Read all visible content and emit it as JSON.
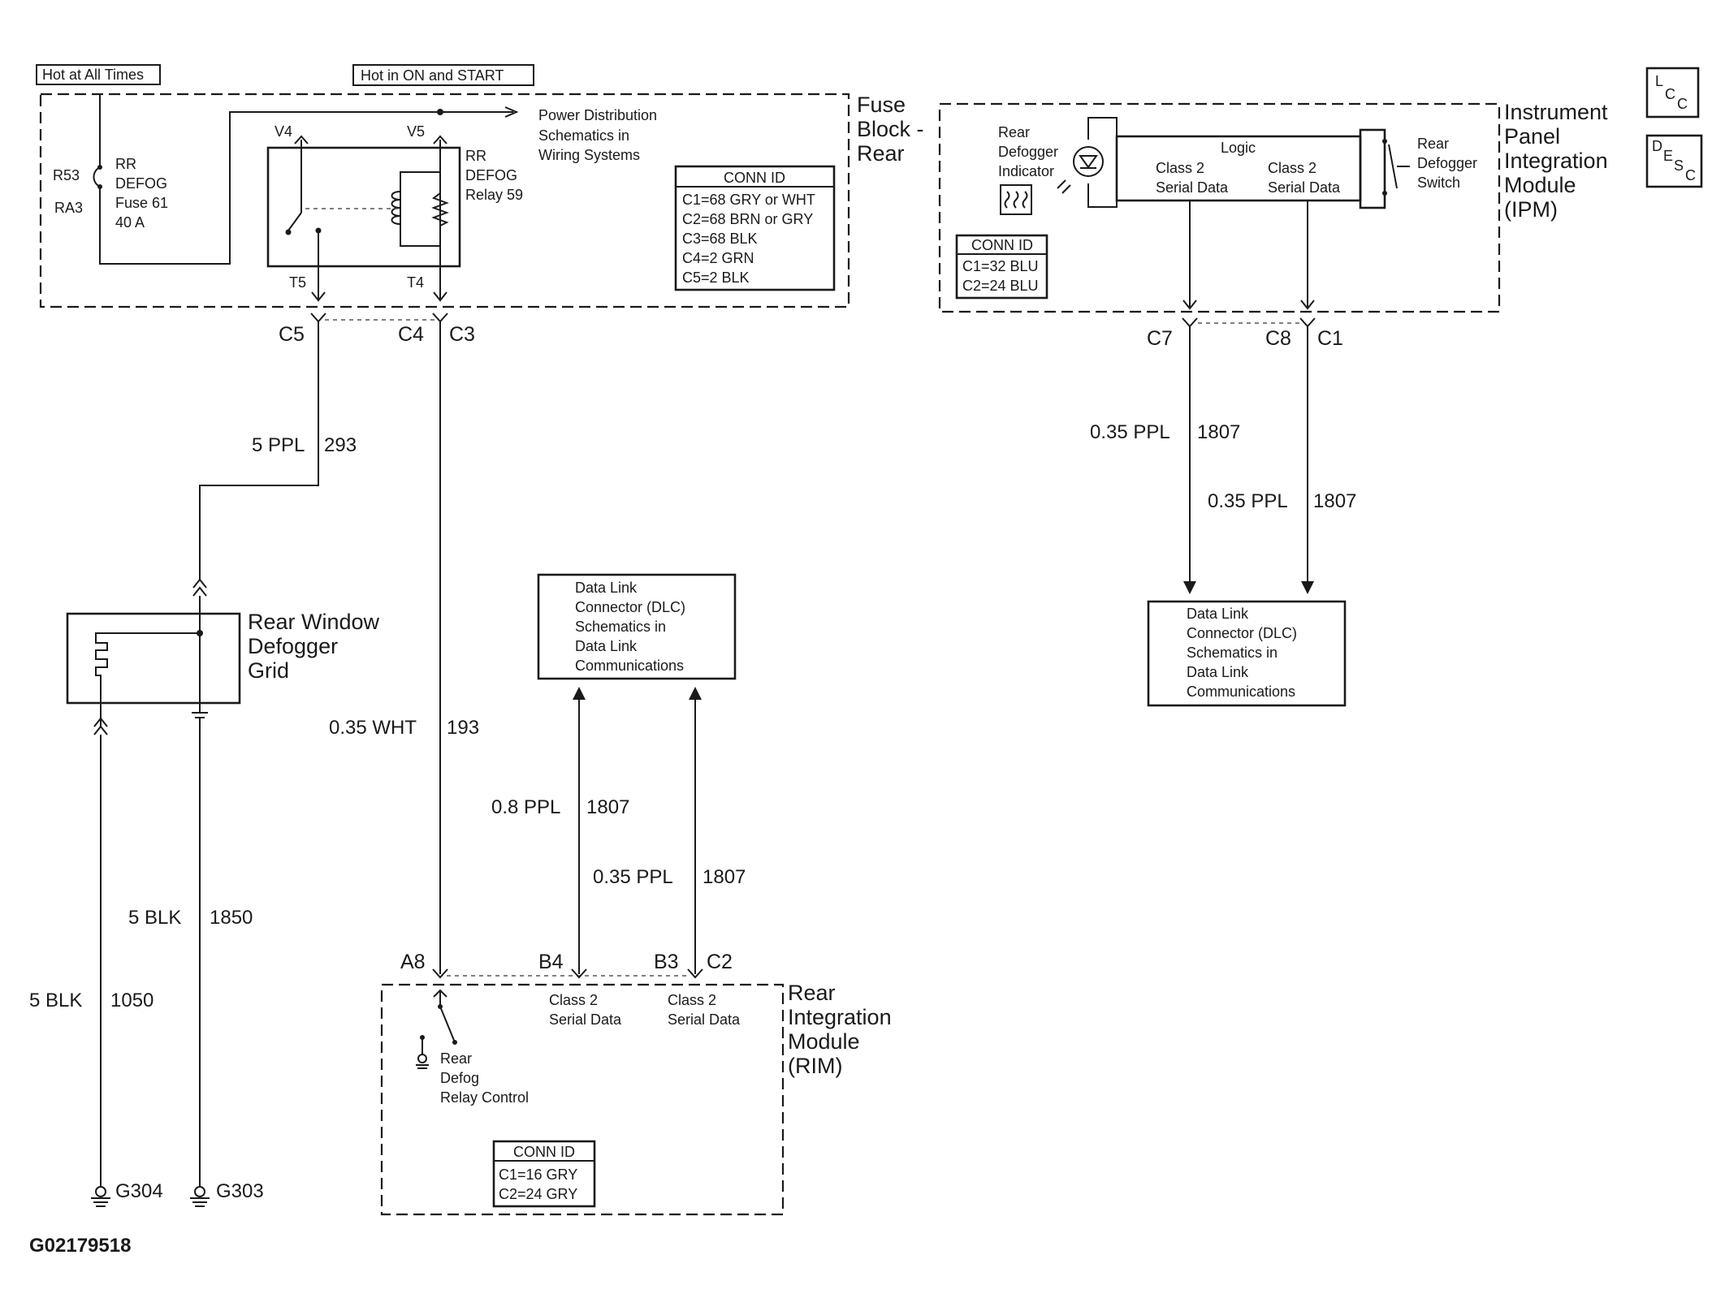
{
  "power_labels": {
    "hot_all_times": "Hot at All Times",
    "hot_on_start": "Hot in ON and START"
  },
  "fuse_block": {
    "title": [
      "Fuse",
      "Block -",
      "Rear"
    ],
    "fuse_pins": [
      "R53",
      "RA3"
    ],
    "fuse_label": [
      "RR",
      "DEFOG",
      "Fuse 61",
      "40 A"
    ],
    "relay_label": [
      "RR",
      "DEFOG",
      "Relay 59"
    ],
    "pins": {
      "v4": "V4",
      "v5": "V5",
      "t5": "T5",
      "t4": "T4"
    },
    "power_dist": [
      "Power Distribution",
      "Schematics in",
      "Wiring Systems"
    ],
    "conn_id": {
      "title": "CONN ID",
      "rows": [
        "C1=68 GRY or WHT",
        "C2=68 BRN or GRY",
        "C3=68 BLK",
        "C4=2 GRN",
        "C5=2 BLK"
      ]
    },
    "connectors": {
      "c5": "C5",
      "c4": "C4",
      "c3": "C3"
    }
  },
  "ipm": {
    "title": [
      "Instrument",
      "Panel",
      "Integration",
      "Module",
      "(IPM)"
    ],
    "indicator": [
      "Rear",
      "Defogger",
      "Indicator"
    ],
    "logic": "Logic",
    "class2_left": [
      "Class 2",
      "Serial Data"
    ],
    "class2_right": [
      "Class 2",
      "Serial Data"
    ],
    "switch": [
      "Rear",
      "Defogger",
      "Switch"
    ],
    "conn_id": {
      "title": "CONN ID",
      "rows": [
        "C1=32 BLU",
        "C2=24 BLU"
      ]
    },
    "connectors": {
      "c7": "C7",
      "c8": "C8",
      "c1": "C1"
    }
  },
  "badges": {
    "lcc": [
      "L",
      "C",
      "C"
    ],
    "desc": [
      "D",
      "E",
      "S",
      "C"
    ]
  },
  "wires": {
    "w293": {
      "gauge": "5 PPL",
      "circuit": "293"
    },
    "w193": {
      "gauge": "0.35 WHT",
      "circuit": "193"
    },
    "w1850": {
      "gauge": "5 BLK",
      "circuit": "1850"
    },
    "w1050": {
      "gauge": "5 BLK",
      "circuit": "1050"
    },
    "w1807a": {
      "gauge": "0.8 PPL",
      "circuit": "1807"
    },
    "w1807b": {
      "gauge": "0.35 PPL",
      "circuit": "1807"
    },
    "w1807c": {
      "gauge": "0.35 PPL",
      "circuit": "1807"
    },
    "w1807d": {
      "gauge": "0.35 PPL",
      "circuit": "1807"
    }
  },
  "defogger_grid": [
    "Rear Window",
    "Defogger",
    "Grid"
  ],
  "dlc_center": [
    "Data Link",
    "Connector (DLC)",
    "Schematics in",
    "Data Link",
    "Communications"
  ],
  "dlc_right": [
    "Data Link",
    "Connector (DLC)",
    "Schematics in",
    "Data Link",
    "Communications"
  ],
  "rim": {
    "title": [
      "Rear",
      "Integration",
      "Module",
      "(RIM)"
    ],
    "pins": {
      "a8": "A8",
      "b4": "B4",
      "b3": "B3",
      "c2": "C2"
    },
    "class2_b4": [
      "Class 2",
      "Serial Data"
    ],
    "class2_b3": [
      "Class 2",
      "Serial Data"
    ],
    "relay_control": [
      "Rear",
      "Defog",
      "Relay Control"
    ],
    "conn_id": {
      "title": "CONN ID",
      "rows": [
        "C1=16 GRY",
        "C2=24 GRY"
      ]
    }
  },
  "grounds": {
    "g304": "G304",
    "g303": "G303"
  },
  "figure_id": "G02179518"
}
